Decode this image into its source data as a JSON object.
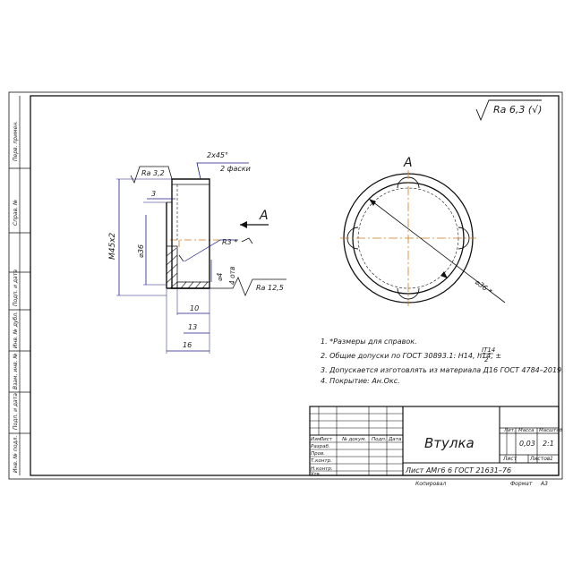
{
  "roughness": {
    "general": "Ra 6,3 (√)",
    "top": "Ra 3,2",
    "bottom": "Ra 12,5"
  },
  "side_stamps": [
    "Перв. примен.",
    "Справ. №",
    "Подп. и дата",
    "Инв. № дубл.",
    "Взам. инв. №",
    "Подп. и дата",
    "Инв. № подл."
  ],
  "view_label": "A",
  "dims": {
    "chamfer": "2x45°",
    "chamfer_note": "2 фаски",
    "d3": "3",
    "thread": "M45x2",
    "d36": "⌀36",
    "r3": "R3 *",
    "d4": "⌀4",
    "pitch": "4 отв",
    "d10": "10",
    "d13": "13",
    "d16": "16",
    "d36s": "⌀36 *"
  },
  "notes": [
    "1. *Размеры для справок.",
    "2. Общие допуски по ГОСТ 30893.1: H14, h14, ±",
    "3. Допускается изготовлять из материала Д16 ГОСТ 4784–2019.",
    "4. Покрытие: Ан.Окс."
  ],
  "tol_frac": {
    "num": "IT14",
    "den": "2"
  },
  "title_block": {
    "title": "Втулка",
    "material": "Лист АМг6 6 ГОСТ 21631–76",
    "lit_h": "Лит.",
    "mass_h": "Масса",
    "scale_h": "Масштаб",
    "mass": "0,03",
    "scale": "2:1",
    "sheet": "Лист",
    "sheets": "Листов",
    "sheets_n": "1",
    "rows": [
      "Изм.",
      "Лист",
      "№ докум.",
      "Подп.",
      "Дата"
    ],
    "roles": [
      "Разраб.",
      "Пров.",
      "Т.контр.",
      "",
      "Н.контр.",
      "Утв."
    ],
    "copied": "Копировал",
    "format": "Формат",
    "format_v": "A3"
  }
}
